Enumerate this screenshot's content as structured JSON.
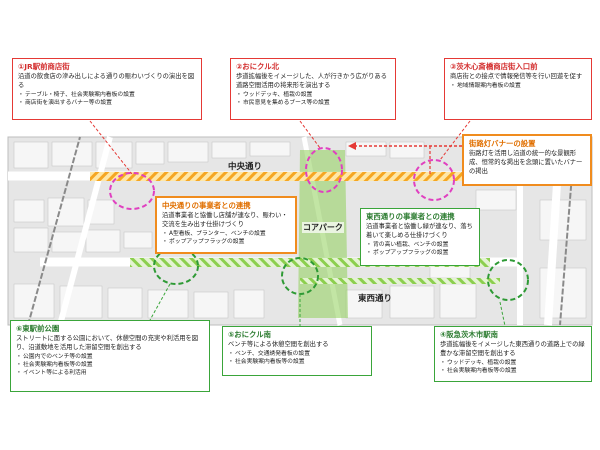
{
  "streets": {
    "chuo": "中央通り",
    "touzai": "東西通り",
    "core_park": "コアパーク"
  },
  "boxes": {
    "b1": {
      "title": "①JR駅前商店街",
      "desc": "沿道の飲食店の滲み出しによる通りの賑わいづくりの演出を図る",
      "items": [
        "テーブル・椅子、社会実験案内看板の設置",
        "商店街を演出するバナー等の設置"
      ]
    },
    "b2": {
      "title": "②おにクル北",
      "desc": "歩道拡幅後をイメージした、人が行きかう広がりある道路空間活用の将来形を演出する",
      "items": [
        "ウッドデッキ、植栽の設置",
        "市民意見を集めるブース等の設置"
      ]
    },
    "b3": {
      "title": "③茨木心斎橋商店街入口前",
      "desc": "商店街との接点で情報発信等を行い回遊を促す",
      "items": [
        "地域情報案内看板の設置"
      ]
    },
    "banner": {
      "title": "街路灯バナーの設置",
      "desc": "街路灯を活用し沿道の統一的な景観形成、恒常的な掲出を念頭に置いたバナーの掲出"
    },
    "chuo_coop": {
      "title": "中央通りの事業者との連携",
      "desc": "沿道事業者と協働し店舗が連なり、賑わい・交流を生み出す仕掛けづくり",
      "items": [
        "A型看板、プランター、ベンチの設置",
        "ポップアップフラッグの設置"
      ]
    },
    "touzai_coop": {
      "title": "東西通りの事業者との連携",
      "desc": "沿道事業者と協働し緑が連なり、落ち着いて楽しめる仕掛けづくり",
      "items": [
        "背の高い植栽、ベンチの設置",
        "ポップアップフラッグの設置"
      ]
    },
    "b6": {
      "title": "⑥東駅前公園",
      "desc": "ストリートに面する公園において、休憩空間の充実や利活用を図り、沿道敷地を活用した滞留空間を創出する",
      "items": [
        "公園内でのベンチ等の設置",
        "社会実験案内看板等の設置",
        "イベント等による利活用"
      ]
    },
    "b5": {
      "title": "⑤おにクル南",
      "desc": "ベンチ等による休憩空間を創出する",
      "items": [
        "ベンチ、交通誘発看板の設置",
        "社会実験案内看板等の設置"
      ]
    },
    "b4": {
      "title": "④阪急茨木市駅南",
      "desc": "歩道拡幅後をイメージした東西通りの道路上での緑豊かな滞留空間を創出する",
      "items": [
        "ウッドデッキ、植栽の設置",
        "社会実験案内看板等の設置"
      ]
    }
  },
  "colors": {
    "red": "#e53935",
    "green": "#3aa53a",
    "orange": "#f08c1e",
    "pink": "#e040c0",
    "park_green": "#8fcf5a",
    "map_bg": "#e8e8e8",
    "road": "#ffffff"
  }
}
